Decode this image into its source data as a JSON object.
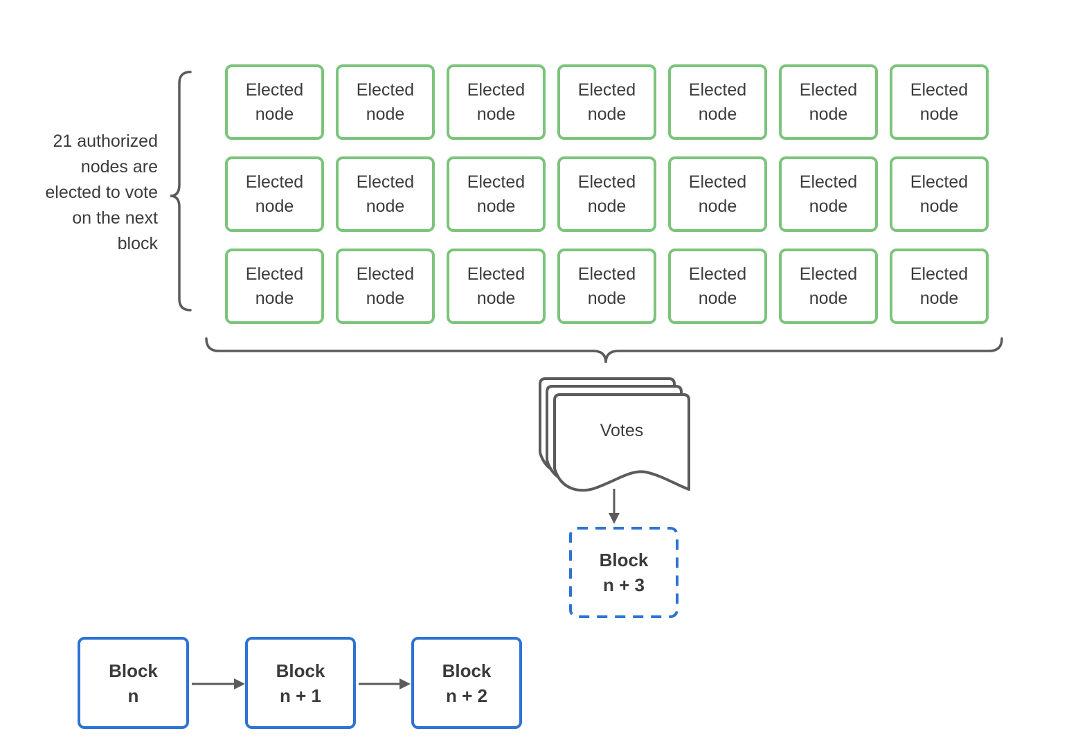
{
  "annotation": {
    "text": "21 authorized nodes are elected to vote on the next block"
  },
  "elected_nodes": {
    "count": 21,
    "rows": 3,
    "cols": 7,
    "label": "Elected node"
  },
  "votes": {
    "label": "Votes"
  },
  "next_block": {
    "title": "Block",
    "subtitle": "n + 3"
  },
  "blockchain": {
    "blocks": [
      {
        "title": "Block",
        "subtitle": "n"
      },
      {
        "title": "Block",
        "subtitle": "n + 1"
      },
      {
        "title": "Block",
        "subtitle": "n + 2"
      }
    ]
  },
  "colors": {
    "node_border": "#7cc47c",
    "block_border": "#2e72d3",
    "connector_gray": "#5b5b5b",
    "text": "#3c3c3c",
    "background": "#ffffff"
  }
}
